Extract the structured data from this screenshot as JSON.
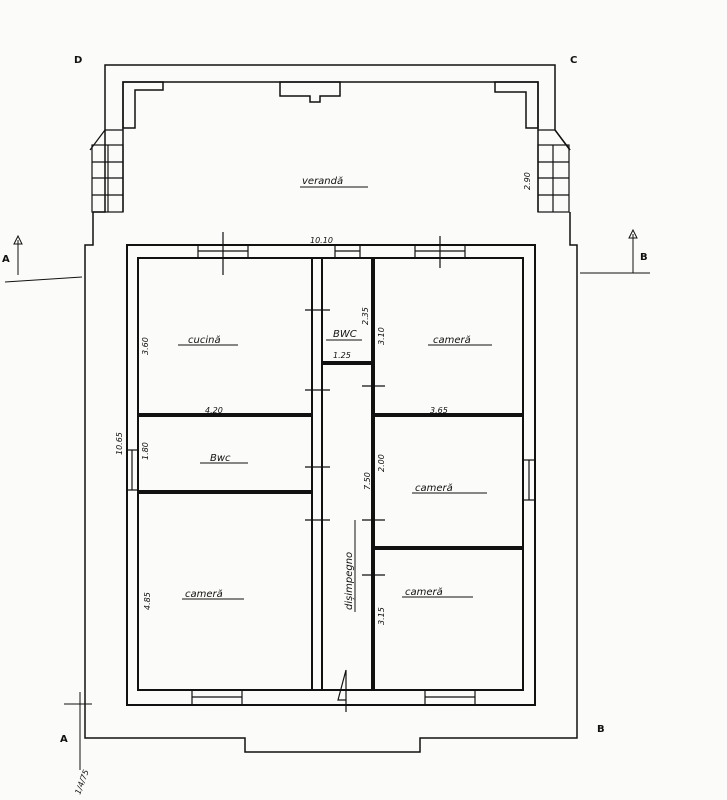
{
  "corners": {
    "a": "A",
    "b": "B",
    "c": "C",
    "d": "D"
  },
  "section_marks": {
    "left": "A",
    "right": "B"
  },
  "rooms": {
    "veranda": "verandă",
    "kitchen": "cucină",
    "bath_small": "BWC",
    "bath_left": "Bwc",
    "bedroom_top_right": "cameră",
    "bedroom_mid_right": "cameră",
    "bedroom_bottom_right": "cameră",
    "bedroom_left": "cameră",
    "hallway": "dișimpegno"
  },
  "dimensions": {
    "total_width": "10.10",
    "total_depth": "10.65",
    "veranda_depth": "2.90",
    "kitchen_depth": "3.60",
    "kitchen_width": "4.20",
    "bwc_depth": "2.35",
    "bwc_width": "1.25",
    "room_tr_depth": "3.10",
    "room_r_width": "3.65",
    "bath_depth": "1.80",
    "hall_length": "7.50",
    "room_mr_depth": "2.00",
    "room_left_depth": "4.85",
    "room_br_depth": "3.15"
  },
  "scale_note": "1/4/75"
}
